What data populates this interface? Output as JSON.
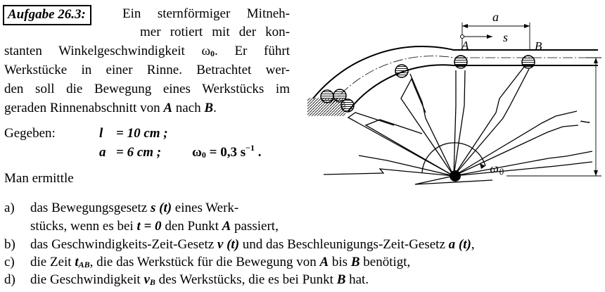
{
  "title": "Aufgabe 26.3:",
  "intro": {
    "line1": "Ein sternförmiger Mitneh-",
    "line2": "mer rotiert mit der kon-",
    "line3_pre": "stanten Winkelgeschwindigkeit ω",
    "line3_sub": "0",
    "line3_post": ". Er führt",
    "line4": "Werkstücke in einer Rinne. Betrachtet wer-",
    "line5": "den soll die Bewegung eines Werkstücks im",
    "line6_pre": "geraden Rinnenabschnitt von ",
    "line6_a": "A",
    "line6_mid": " nach ",
    "line6_b": "B",
    "line6_post": "."
  },
  "given": {
    "label": "Gegeben:",
    "l_sym": "l",
    "l_val": "= 10 cm ;",
    "a_sym": "a",
    "a_val": "=  6 cm ;",
    "omega_pre": "ω",
    "omega_sub": "0",
    "omega_val": " = 0,3 s",
    "omega_exp": "−1",
    "omega_end": " ."
  },
  "prompt": "Man ermittle",
  "tasks": {
    "a_label": "a)",
    "a_pre": "das Bewegungsgesetz ",
    "a_sym": "s (t)",
    "a_post": " eines Werk-",
    "a_line2_pre": "stücks, wenn es bei  ",
    "a_t0": "t = 0",
    "a_line2_mid": "  den Punkt ",
    "a_A": "A",
    "a_line2_post": " passiert,",
    "b_label": "b)",
    "b_pre": "das Geschwindigkeits-Zeit-Gesetz ",
    "b_v": "v (t)",
    "b_mid": " und das Beschleunigungs-Zeit-Gesetz ",
    "b_a": "a (t)",
    "b_post": ",",
    "c_label": "c)",
    "c_pre": "die Zeit ",
    "c_t": "t",
    "c_tsub": "AB",
    "c_mid": ", die das Werkstück für die Bewegung von ",
    "c_A": "A",
    "c_bis": " bis ",
    "c_B": "B",
    "c_post": " benötigt,",
    "d_label": "d)",
    "d_pre": "die Geschwindigkeit ",
    "d_v": "v",
    "d_vsub": "B",
    "d_mid": " des Werkstücks, die es bei Punkt ",
    "d_B": "B",
    "d_post": " hat."
  },
  "figure": {
    "label_a": "a",
    "label_s": "s",
    "label_A": "A",
    "label_B": "B",
    "label_l": "l",
    "label_omega": "ω",
    "label_omega_sub": "0"
  }
}
